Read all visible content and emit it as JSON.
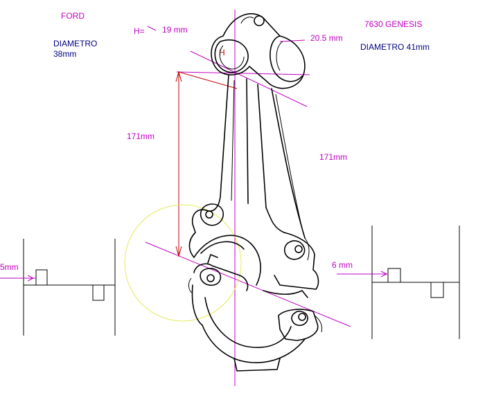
{
  "labels": {
    "ford": "FORD",
    "diametro_left": "DIAMETRO",
    "diametro_left_value": "38mm",
    "h_equals": "H=",
    "h_value": "19 mm",
    "h_marker": "H",
    "right_width": "20.5 mm",
    "genesis": "7630 GENESIS",
    "diametro_right": "DIAMETRO 41mm",
    "length_left": "171mm",
    "length_right": "171mm",
    "offset_left": "5mm",
    "offset_right": "6 mm"
  },
  "colors": {
    "magenta": "#c000c0",
    "navy": "#000080",
    "red": "#c00000",
    "yellow_circle": "#e8e860",
    "ink": "#000000"
  }
}
